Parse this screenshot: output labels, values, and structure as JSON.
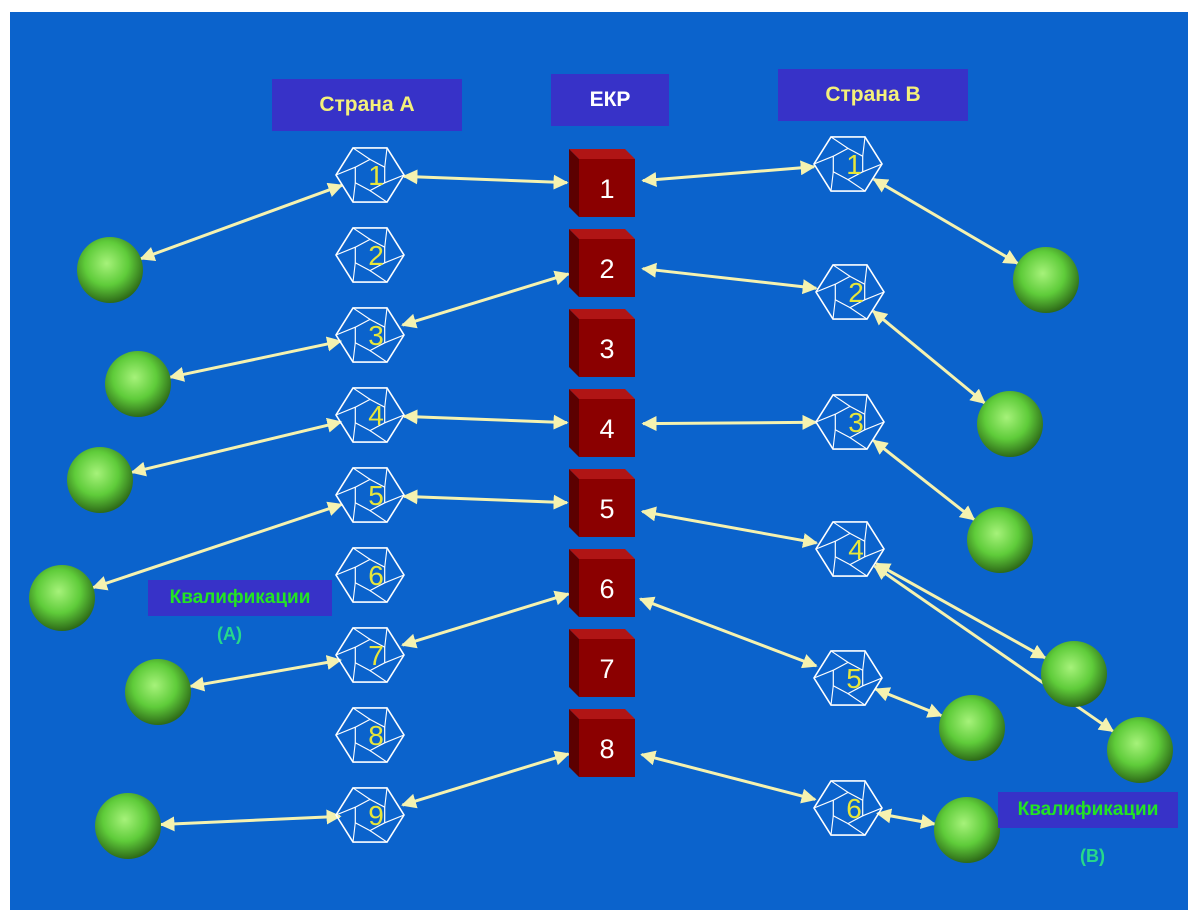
{
  "headers": {
    "left": "Страна А",
    "center": "ЕКР",
    "right": "Страна В"
  },
  "left_qual": {
    "label": "Квалификации",
    "sub": "(А)"
  },
  "right_qual": {
    "label": "Квалификации",
    "sub": "(В)"
  },
  "colors": {
    "background": "#0b63cc",
    "header_box": "#3732c8",
    "arrow": "#f5f2b0",
    "cube": "#8b0000",
    "sphere": "#5fcc3a"
  },
  "left_levels": [
    "1",
    "2",
    "3",
    "4",
    "5",
    "6",
    "7",
    "8",
    "9"
  ],
  "ekr_levels": [
    "1",
    "2",
    "3",
    "4",
    "5",
    "6",
    "7",
    "8"
  ],
  "right_levels": [
    "1",
    "2",
    "3",
    "4",
    "5",
    "6"
  ],
  "links": {
    "left_to_ekr": [
      [
        "1",
        "1"
      ],
      [
        "3",
        "2"
      ],
      [
        "4",
        "4"
      ],
      [
        "5",
        "5"
      ],
      [
        "7",
        "6"
      ],
      [
        "9",
        "8"
      ]
    ],
    "ekr_to_right": [
      [
        "1",
        "1"
      ],
      [
        "2",
        "2"
      ],
      [
        "4",
        "3"
      ],
      [
        "5",
        "4"
      ],
      [
        "6",
        "5"
      ],
      [
        "8",
        "6"
      ]
    ],
    "left_quals_to_levels": [
      "1",
      "3",
      "4",
      "5",
      "7",
      "9"
    ],
    "right_levels_to_quals": [
      [
        "1",
        0
      ],
      [
        "2",
        1
      ],
      [
        "3",
        2
      ],
      [
        "4",
        3
      ],
      [
        "4",
        4
      ],
      [
        "5",
        5
      ],
      [
        "6",
        6
      ]
    ]
  }
}
